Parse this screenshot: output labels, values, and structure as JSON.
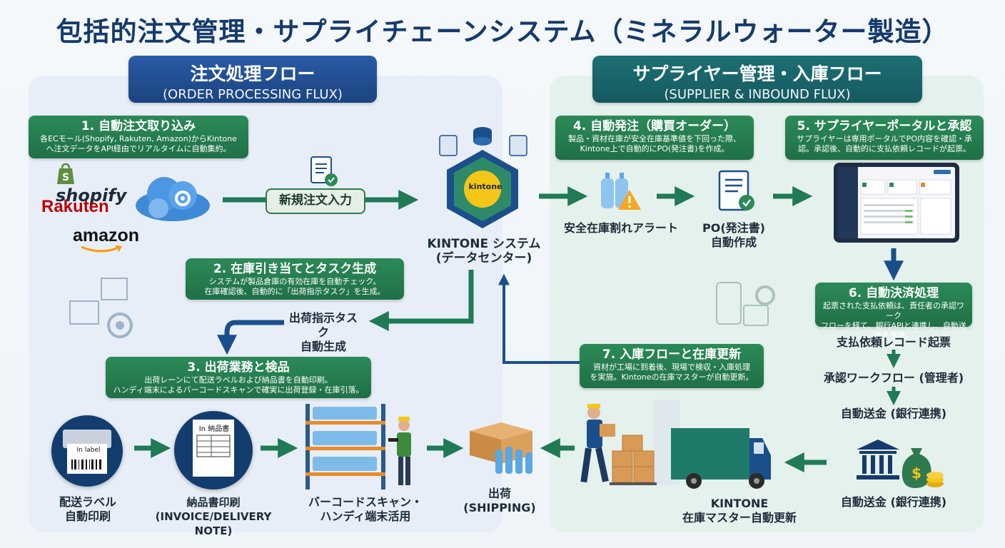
{
  "title": "包括的注文管理・サプライチェーンシステム（ミネラルウォーター製造）",
  "order_section": {
    "title": "注文処理フロー",
    "subtitle": "(ORDER PROCESSING FLUX)"
  },
  "supplier_section": {
    "title": "サプライヤー管理・入庫フロー",
    "subtitle": "(SUPPLIER & INBOUND FLUX)"
  },
  "steps": {
    "s1": {
      "title": "1. 自動注文取り込み",
      "line1": "各ECモール(Shopify, Rakuten, Amazon)からKintone",
      "line2": "へ注文データをAPI経由でリアルタイムに自動集約。"
    },
    "s2": {
      "title": "2. 在庫引き当てとタスク生成",
      "line1": "システムが製品倉庫の有効在庫を自動チェック。",
      "line2": "在庫確認後、自動的に「出荷指示タスク」を生成。"
    },
    "s3": {
      "title": "3. 出荷業務と検品",
      "line1": "出荷レーンにて配送ラベルおよび納品書を自動印刷。",
      "line2": "ハンディ端末によるバーコードスキャンで確実に出荷登録・在庫引落。"
    },
    "s4": {
      "title": "4. 自動発注（購買オーダー）",
      "line1": "製品・資材在庫が安全在庫基準値を下回った際、",
      "line2": "Kintone上で自動的にPO(発注書)を作成。"
    },
    "s5": {
      "title": "5. サプライヤーポータルと承認",
      "line1": "サプライヤーは専用ポータルでPO内容を確認・承",
      "line2": "認。承認後、自動的に支払依頼レコードが起票。"
    },
    "s6": {
      "title": "6. 自動決済処理",
      "line1": "起票された支払依頼は、責任者の承認ワーク",
      "line2": "フローを経て、銀行APIと連携し、自動送金を実施。"
    },
    "s7": {
      "title": "7. 入庫フローと在庫更新",
      "line1": "資材が工場に到着後、現場で検収・入庫処理",
      "line2": "を実施。Kintoneの在庫マスターが自動更新。"
    }
  },
  "brands": {
    "shopify": "shopify",
    "rakuten": "Rakuten",
    "amazon": "amazon",
    "kintone": "kintone"
  },
  "labels": {
    "new_order": "新規注文入力",
    "kintone_line1": "KINTONE システム",
    "kintone_line2": "(データセンター)",
    "ship_task_line1": "出荷指示タスク",
    "ship_task_line2": "自動生成",
    "alert": "安全在庫割れアラート",
    "po_line1": "PO(発注書)",
    "po_line2": "自動作成",
    "payment_record": "支払依頼レコード起票",
    "approval": "承認ワークフロー (管理者)",
    "auto_remit": "自動送金 (銀行連携)",
    "auto_remit_bottom": "自動送金 (銀行連携)",
    "kintone_update_line1": "KINTONE",
    "kintone_update_line2": "在庫マスター自動更新",
    "label_print_line1": "配送ラベル",
    "label_print_line2": "自動印刷",
    "invoice_line1": "納品書印刷",
    "invoice_line2": "(INVOICE/DELIVERY NOTE)",
    "scan_line1": "バーコードスキャン・",
    "scan_line2": "ハンディ端末活用",
    "ship_line1": "出荷",
    "ship_line2": "(SHIPPING)",
    "in_label": "In label",
    "in_invoice": "In 納品書"
  },
  "colors": {
    "navy": "#153a6b",
    "green": "#1f7046",
    "teal": "#155a5f",
    "arrow_green": "#1f7a55",
    "arrow_blue": "#1b4f8c"
  }
}
